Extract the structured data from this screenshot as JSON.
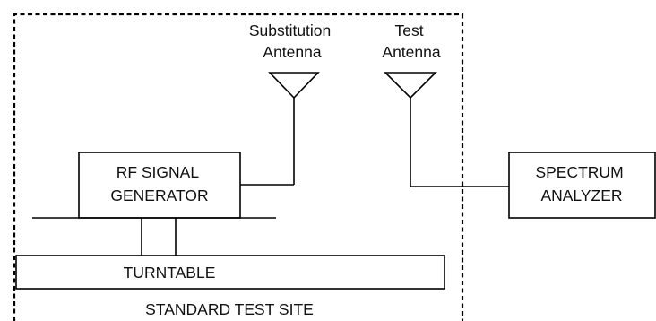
{
  "labels": {
    "substitution_antenna": [
      "Substitution",
      "Antenna"
    ],
    "test_antenna": [
      "Test",
      "Antenna"
    ],
    "rf_signal_generator": [
      "RF SIGNAL",
      "GENERATOR"
    ],
    "spectrum_analyzer": [
      "SPECTRUM",
      "ANALYZER"
    ],
    "turntable": "TURNTABLE",
    "standard_test_site": "STANDARD TEST SITE"
  },
  "colors": {
    "line": "#000000",
    "text": "#111111",
    "background": "#ffffff"
  }
}
